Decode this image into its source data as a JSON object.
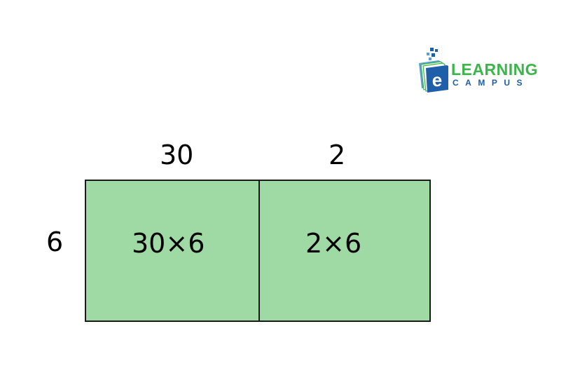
{
  "logo": {
    "line1": "LEARNING",
    "line2": "CAMPUS",
    "emblem_letter": "e",
    "colors": {
      "green": "#3cb64a",
      "blue": "#1f5ea8",
      "light_blue": "#5aa0d8"
    }
  },
  "diagram": {
    "top_labels": [
      "30",
      "2"
    ],
    "side_label": "6",
    "cells": [
      {
        "text": "30×6"
      },
      {
        "text": "2×6"
      }
    ],
    "fill_color": "#9fd9a3",
    "border_color": "#1a1a1a"
  }
}
